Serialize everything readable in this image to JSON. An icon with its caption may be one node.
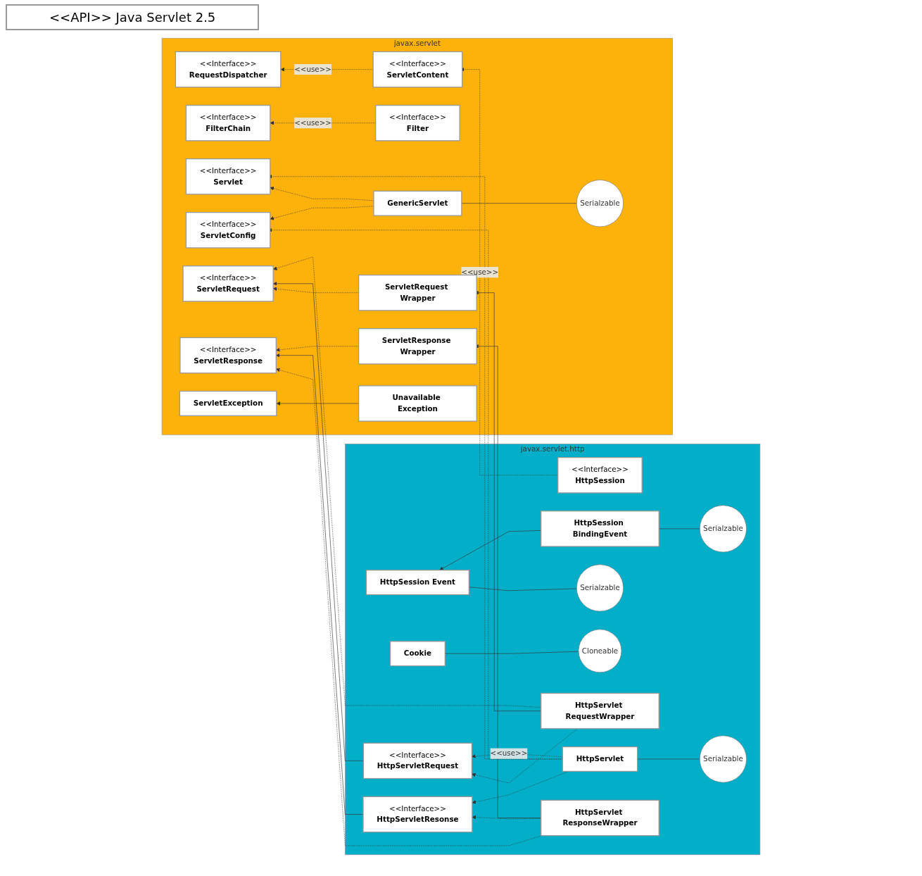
{
  "diagram": {
    "title": "<<API>> Java Servlet 2.5",
    "nodes": [
      {
        "text": [
          "javax.servlet"
        ]
      },
      {
        "text": [
          "<<Interface>>",
          "ServletContent"
        ],
        "in": 0
      },
      {
        "text": [
          "<<Interface>>",
          "RequestDispatcher"
        ],
        "in": 0
      },
      {
        "text": [
          "<<Interface>>",
          "Filter"
        ],
        "in": 0
      },
      {
        "text": [
          "<<Interface>>",
          "FilterChain"
        ],
        "in": 0
      },
      {
        "text": [
          "<<Interface>>",
          "Servlet"
        ],
        "in": 0
      },
      {
        "text": [
          "GenericServlet"
        ],
        "in": 0
      },
      {
        "text": [
          "<<Interface>>",
          "ServletConfig"
        ],
        "in": 0
      },
      {
        "text": [
          "<<Interface>>",
          "ServletRequest"
        ],
        "in": 0
      },
      {
        "text": [
          "ServletRequest Wrapper"
        ],
        "in": 0
      },
      {
        "text": [
          "ServletResponse Wrapper"
        ],
        "in": 0
      },
      {
        "text": [
          "<<Interface>>",
          "ServletResponse"
        ],
        "in": 0
      },
      {
        "text": [
          "ServletException"
        ],
        "in": 0
      },
      {
        "text": [
          "Unavailable Exception"
        ],
        "in": 0
      },
      {
        "text": [
          "javax.servlet.http"
        ]
      },
      {
        "text": [
          "<<Interface>>",
          "HttpSession"
        ],
        "in": 14
      },
      {
        "text": [
          "HttpSession Event"
        ],
        "in": 14
      },
      {
        "text": [
          "HttpSession BindingEvent"
        ],
        "in": 14
      },
      {
        "text": [
          "Cookie"
        ],
        "in": 14
      },
      {
        "text": [
          "HttpServlet"
        ],
        "in": 14
      },
      {
        "text": [
          "<<Interface>>",
          "HttpServletRequest"
        ],
        "in": 14
      },
      {
        "text": [
          "HttpServlet RequestWrapper"
        ],
        "in": 14
      },
      {
        "text": [
          "<<Interface>>",
          "HttpServletResonse"
        ],
        "in": 14
      },
      {
        "text": [
          "HttpServlet ResponseWrapper"
        ],
        "in": 14
      },
      {
        "text": [
          "Serialzable"
        ],
        "in": 0
      },
      {
        "text": [
          "Serialzable"
        ],
        "in": 14
      },
      {
        "text": [
          "Serialzable"
        ],
        "in": 14
      },
      {
        "text": [
          "Cloneable"
        ],
        "in": 14
      },
      {
        "text": [
          "Serialzable"
        ],
        "in": 14
      }
    ],
    "edges": [
      {
        "from": 15,
        "to": 1,
        "arrow": "to",
        "style": "dashed",
        "label": "<<use>>"
      },
      {
        "from": 1,
        "to": 2,
        "arrow": "to",
        "style": "dashed",
        "label": "<<use>>"
      },
      {
        "from": 3,
        "to": 4,
        "arrow": "to",
        "style": "dashed",
        "label": "<<use>>"
      },
      {
        "from": 19,
        "to": 5,
        "arrow": "to",
        "style": "dashed"
      },
      {
        "from": 6,
        "to": 5,
        "arrow": "to",
        "style": "dashed"
      },
      {
        "from": 6,
        "to": 7,
        "arrow": "to",
        "style": "dashed"
      },
      {
        "from": 19,
        "to": 7,
        "arrow": "to",
        "style": "dashed"
      },
      {
        "from": 19,
        "to": 20,
        "arrow": "to",
        "style": "dashed",
        "label": "<<use>>"
      },
      {
        "from": 19,
        "to": 22,
        "arrow": "to",
        "style": "dashed"
      },
      {
        "from": 21,
        "to": 8,
        "arrow": "to",
        "style": "dashed"
      },
      {
        "from": 20,
        "to": 8,
        "arrow": "to"
      },
      {
        "from": 21,
        "to": 20,
        "arrow": "to",
        "style": "dashed"
      },
      {
        "from": 9,
        "to": 8,
        "arrow": "to",
        "style": "dashed"
      },
      {
        "from": 21,
        "to": 9,
        "arrow": "to"
      },
      {
        "from": 23,
        "to": 10,
        "arrow": "to"
      },
      {
        "from": 10,
        "to": 11,
        "arrow": "to",
        "style": "dashed"
      },
      {
        "from": 22,
        "to": 11,
        "arrow": "to"
      },
      {
        "from": 23,
        "to": 22,
        "arrow": "to",
        "style": "dashed"
      },
      {
        "from": 23,
        "to": 11,
        "arrow": "to",
        "style": "dashed"
      },
      {
        "from": 13,
        "to": 12,
        "arrow": "to"
      },
      {
        "from": 17,
        "to": 16,
        "arrow": "to"
      },
      {
        "from": 24,
        "to": 6,
        "arrow": "none"
      },
      {
        "from": 25,
        "to": 17,
        "arrow": "none"
      },
      {
        "from": 26,
        "to": 16,
        "arrow": "none"
      },
      {
        "from": 27,
        "to": 18,
        "arrow": "none"
      },
      {
        "from": 28,
        "to": 19,
        "arrow": "none"
      }
    ]
  }
}
